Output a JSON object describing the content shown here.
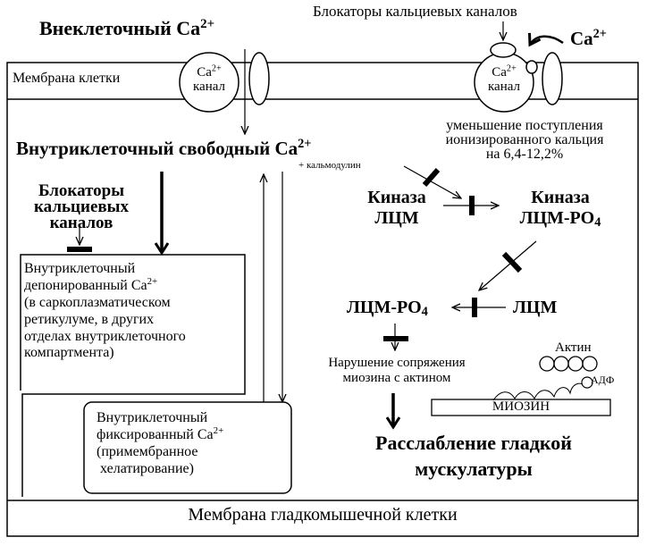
{
  "extracellular": {
    "text": "Внеклеточный Ca",
    "sup": "2+"
  },
  "blockers_top": "Блокаторы кальциевых каналов",
  "ca_ion": {
    "text": "Ca",
    "sup": "2+"
  },
  "cell_membrane": "Мембрана клетки",
  "channel_left": {
    "line1": "Ca",
    "sup": "2+",
    "line2": "канал"
  },
  "channel_right": {
    "line1": "Ca",
    "sup": "2+",
    "line2": "канал"
  },
  "intracellular_free": {
    "text": "Внутриклеточный свободный Ca",
    "sup": "2+"
  },
  "calmodulin": "+ кальмодулин",
  "reduction": {
    "line1": "уменьшение поступления",
    "line2": "ионизированного кальция",
    "line3": "на 6,4-12,2%"
  },
  "kinase_left": {
    "line1": "Киназа",
    "line2": "ЛЦМ"
  },
  "kinase_right": {
    "line1": "Киназа",
    "line2": "ЛЦМ-РО",
    "sub": "4"
  },
  "blockers_left": {
    "line1": "Блокаторы",
    "line2": "кальциевых",
    "line3": "каналов"
  },
  "depot": {
    "line1": "Внутриклеточный",
    "line2": "депонированный Ca",
    "sup": "2+",
    "line3": "(в саркоплазматическом",
    "line4": "ретикулуме,  в  других",
    "line5": "отделах внутриклеточного",
    "line6": "компартмента)"
  },
  "lcm_po4": {
    "text": "ЛЦМ-РО",
    "sub": "4"
  },
  "lcm": "ЛЦМ",
  "actin": "Актин",
  "adp": "АДФ",
  "myosin": "МИОЗИН",
  "disruption": {
    "line1": "Нарушение сопряжения",
    "line2": "миозина с актином"
  },
  "fixed": {
    "line1": "Внутриклеточный",
    "line2": "фиксированный Ca",
    "sup": "2+",
    "line3": "(примембранное",
    "line4": "хелатирование)"
  },
  "relaxation": {
    "line1": "Расслабление гладкой",
    "line2": "мускулатуры"
  },
  "smc_membrane": "Мембрана гладкомышечной клетки"
}
